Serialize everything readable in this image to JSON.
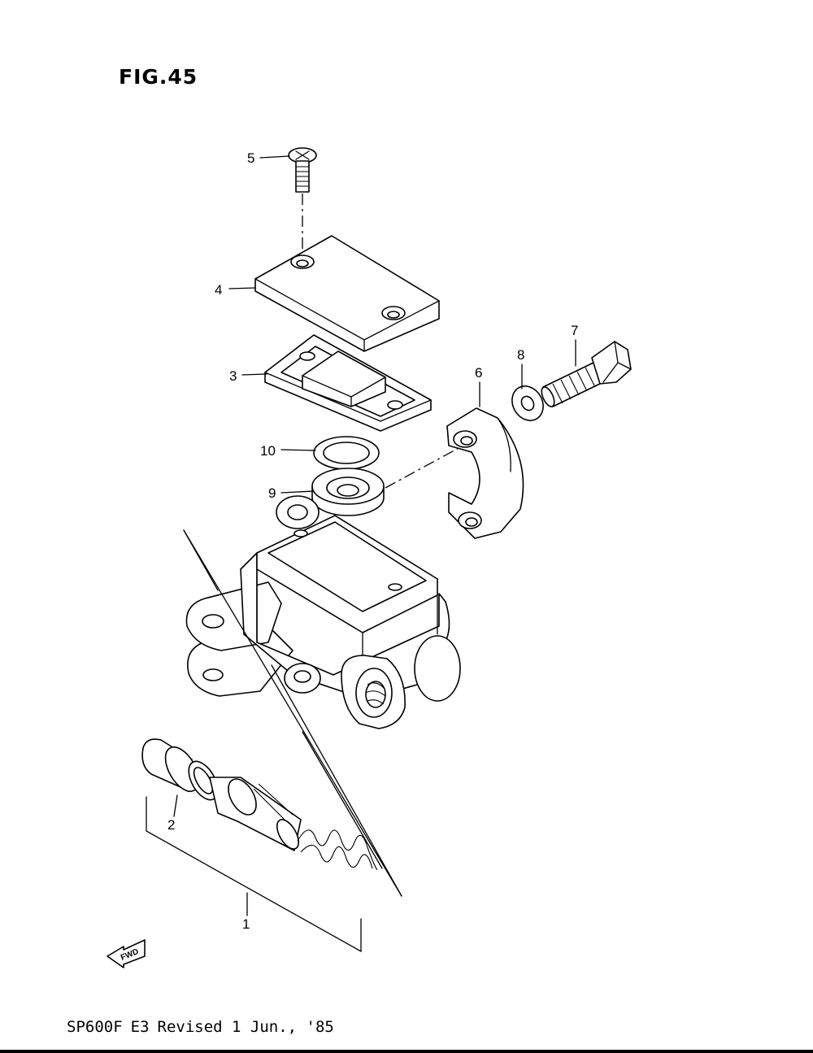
{
  "figure": {
    "title": "FIG.45"
  },
  "callouts": [
    "1",
    "2",
    "3",
    "4",
    "5",
    "6",
    "7",
    "8",
    "9",
    "10"
  ],
  "fwd_label": "FWD",
  "footer": {
    "model": "SP600F",
    "variant": "E3",
    "revision": "Revised 1 Jun., '85"
  }
}
